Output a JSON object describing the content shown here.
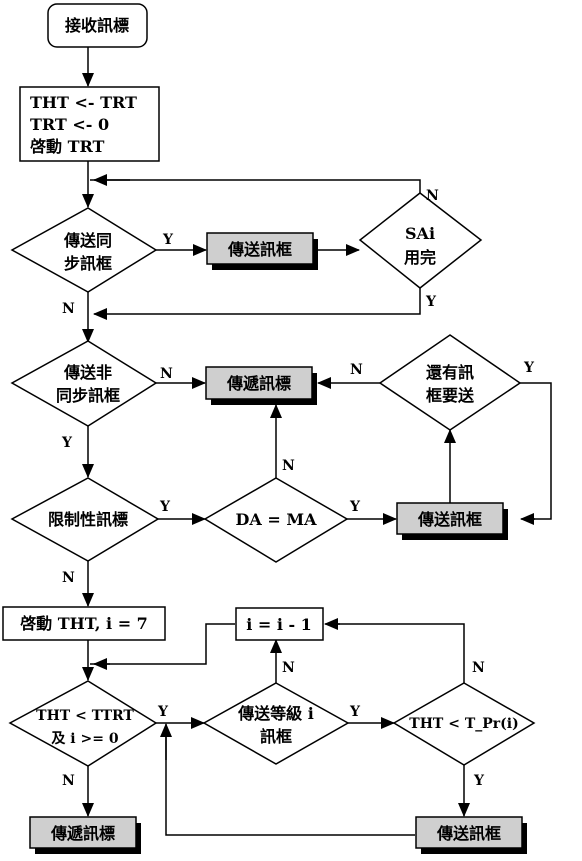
{
  "nodes": {
    "start": "接收訊標",
    "init": [
      "THT  <- TRT",
      "TRT  <- 0",
      "啓動  TRT"
    ],
    "d_sync": [
      "傳送同",
      "步訊框"
    ],
    "send_sync": "傳送訊框",
    "d_sa": [
      "SAi",
      "用完"
    ],
    "d_async": [
      "傳送非",
      "同步訊框"
    ],
    "pass_token_1": "傳遞訊標",
    "d_more": [
      "還有訊",
      "框要送"
    ],
    "d_restricted": "限制性訊標",
    "d_da": "DA = MA",
    "send_frame_2": "傳送訊框",
    "start_tht": "啓動  THT, i = 7",
    "dec_i": "i = i - 1",
    "d_tht_ttrt": [
      "THT < TTRT",
      "及 i >= 0"
    ],
    "d_level": [
      "傳送等級  i",
      "訊框"
    ],
    "d_tht_pr": "THT < T_Pr(i)",
    "pass_token_2": "傳遞訊標",
    "send_frame_3": "傳送訊框"
  },
  "labels": {
    "y": "Y",
    "n": "N"
  }
}
